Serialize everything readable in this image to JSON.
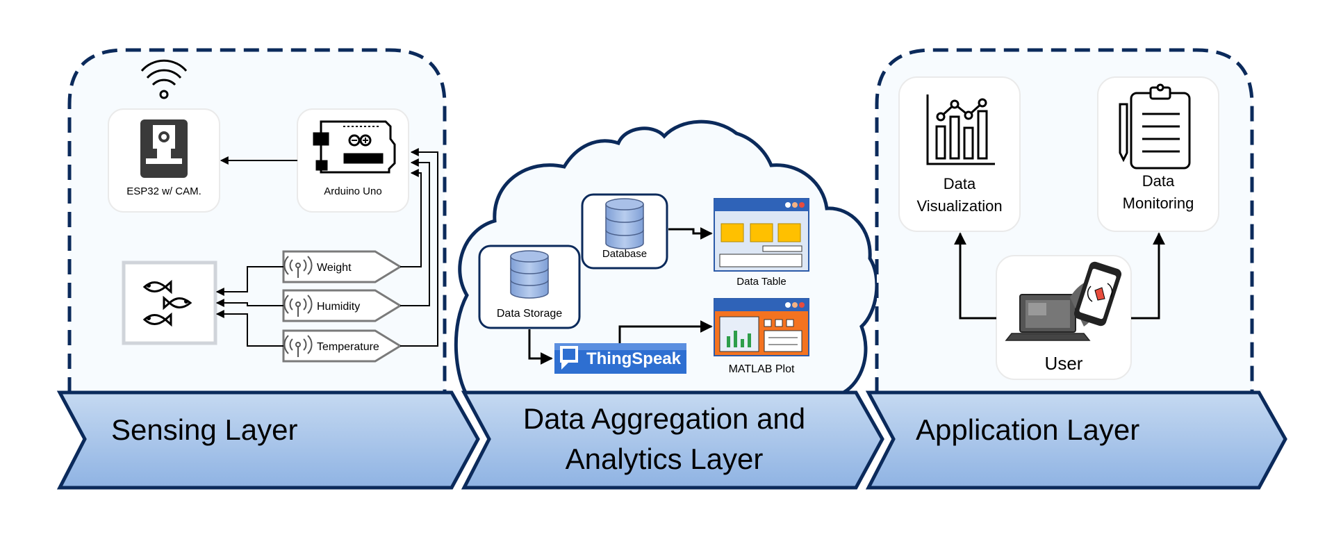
{
  "layers": {
    "sensing": "Sensing Layer",
    "aggregation_line1": "Data Aggregation and",
    "aggregation_line2": "Analytics Layer",
    "application": "Application Layer"
  },
  "sensing": {
    "esp32_label": "ESP32 w/ CAM.",
    "arduino_label": "Arduino Uno",
    "sensors": [
      "Weight",
      "Humidity",
      "Temperature"
    ]
  },
  "aggregation": {
    "database_label": "Database",
    "data_storage_label": "Data Storage",
    "data_table_label": "Data Table",
    "thingspeak_label": "ThingSpeak",
    "matlab_plot_label": "MATLAB Plot"
  },
  "application": {
    "visualization_line1": "Data",
    "visualization_line2": "Visualization",
    "monitoring_line1": "Data",
    "monitoring_line2": "Monitoring",
    "user_label": "User"
  },
  "colors": {
    "outline": "#0b2a5b",
    "panel_bg": "#f7fbfe",
    "banner_top": "#c5d9f1",
    "banner_bottom": "#8fb3e3",
    "card_yellow": "#ffc000",
    "matlab_orange": "#f47320",
    "thingspeak_blue": "#2e6fd1"
  }
}
